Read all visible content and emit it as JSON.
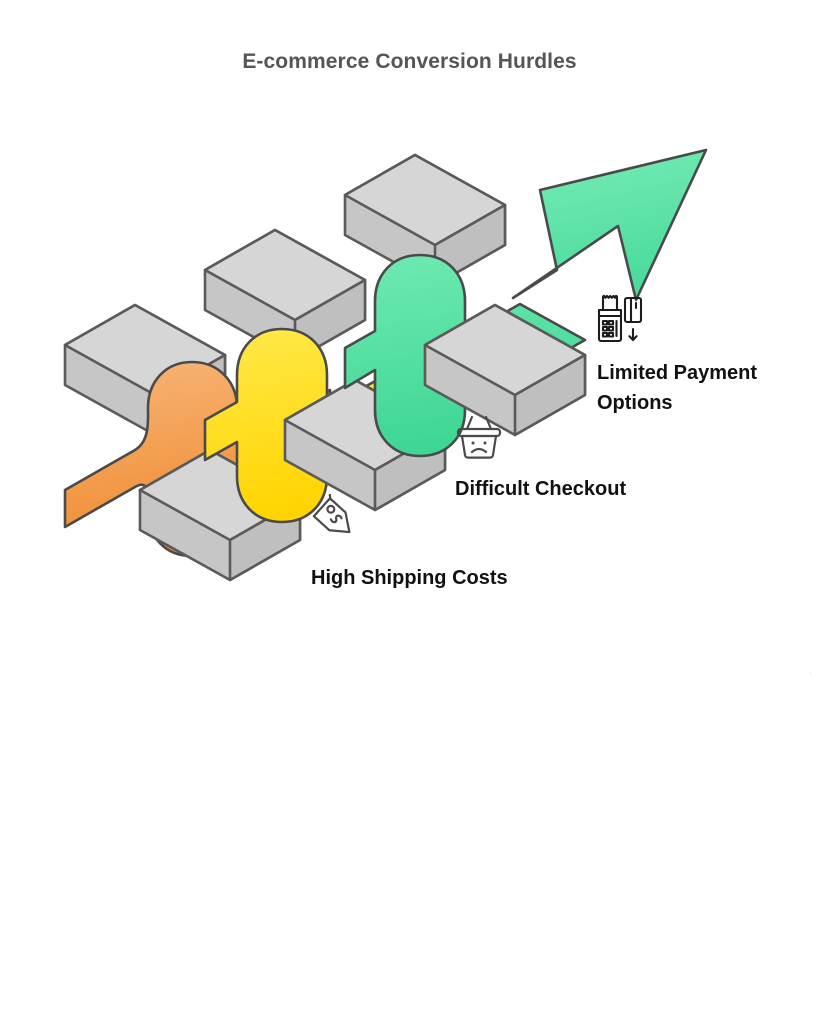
{
  "page": {
    "title": "E-commerce Conversion Hurdles",
    "background_color": "#ffffff",
    "title_color": "#555555"
  },
  "chart_data": {
    "type": "diagram",
    "title": "E-commerce Conversion Hurdles",
    "subtype": "hurdle-ribbon-arrow",
    "description": "An isometric ribbon path rising left-to-right, arching over three gray hurdle bars and ending in an upward arrow.",
    "direction": "upward-right",
    "hurdle_count": 3,
    "segments": [
      {
        "order": 1,
        "label": "High Shipping Costs",
        "icon": "price-tag-icon",
        "color": "#F5A55A",
        "color_dark": "#EF8A2E",
        "ribbon_name": "orange"
      },
      {
        "order": 2,
        "label": "Difficult Checkout",
        "icon": "sad-basket-icon",
        "color": "#FFE11B",
        "color_dark": "#FFD500",
        "ribbon_name": "yellow"
      },
      {
        "order": 3,
        "label": "Limited Payment Options",
        "icon": "pos-terminal-card-icon",
        "color": "#5BE2A3",
        "color_dark": "#3FD693",
        "ribbon_name": "green"
      }
    ],
    "hurdle_style": {
      "top_face": "#D6D6D6",
      "front_face": "#C6C6C6",
      "side_face": "#BDBDBD",
      "stroke": "#5A5A5A"
    },
    "labels": {
      "shipping": "High Shipping Costs",
      "checkout": "Difficult Checkout",
      "payment": "Limited Payment\nOptions"
    },
    "stray_mark": "⸜"
  }
}
